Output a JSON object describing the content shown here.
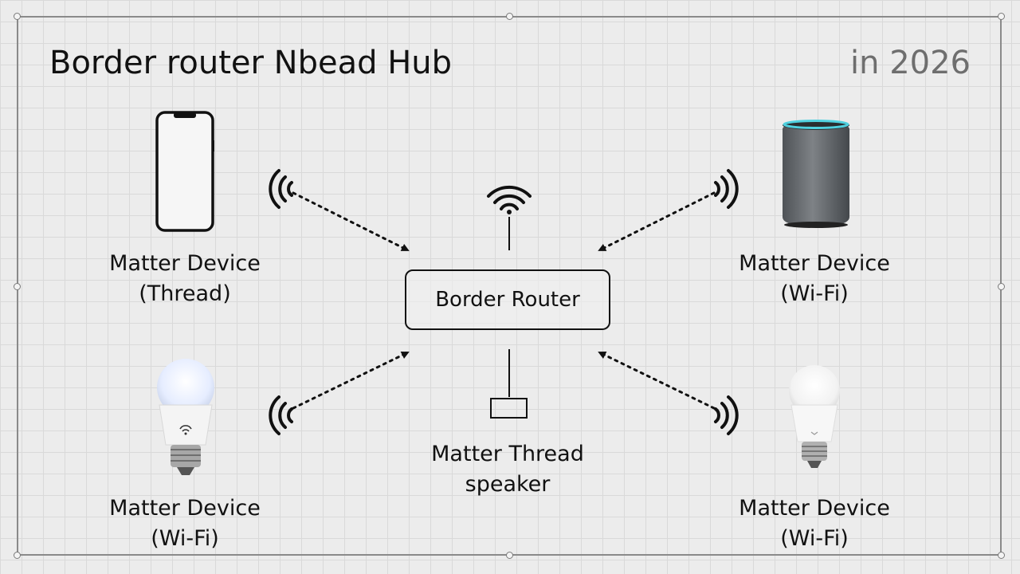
{
  "title": "Border router Nbead Hub",
  "year": "in 2026",
  "router": {
    "label": "Border Router"
  },
  "devices": {
    "top_left": {
      "line1": "Matter Device",
      "line2": "(Thread)",
      "icon": "smartphone-icon"
    },
    "top_right": {
      "line1": "Matter Device",
      "line2": "(Wi-Fi)",
      "icon": "smart-speaker-icon"
    },
    "bottom_left": {
      "line1": "Matter Device",
      "line2": "(Wi-Fi)",
      "icon": "smart-bulb-icon"
    },
    "bottom_right": {
      "line1": "Matter Device",
      "line2": "(Wi-Fi)",
      "icon": "smart-bulb-icon"
    },
    "bottom_center": {
      "line1": "Matter Thread",
      "line2": "speaker",
      "icon": "small-box-icon"
    }
  },
  "colors": {
    "line": "#111111",
    "speaker_ring": "#4fd1e0",
    "speaker_body": "#6b6f73",
    "bulb_glow": "#eaf0ff"
  }
}
